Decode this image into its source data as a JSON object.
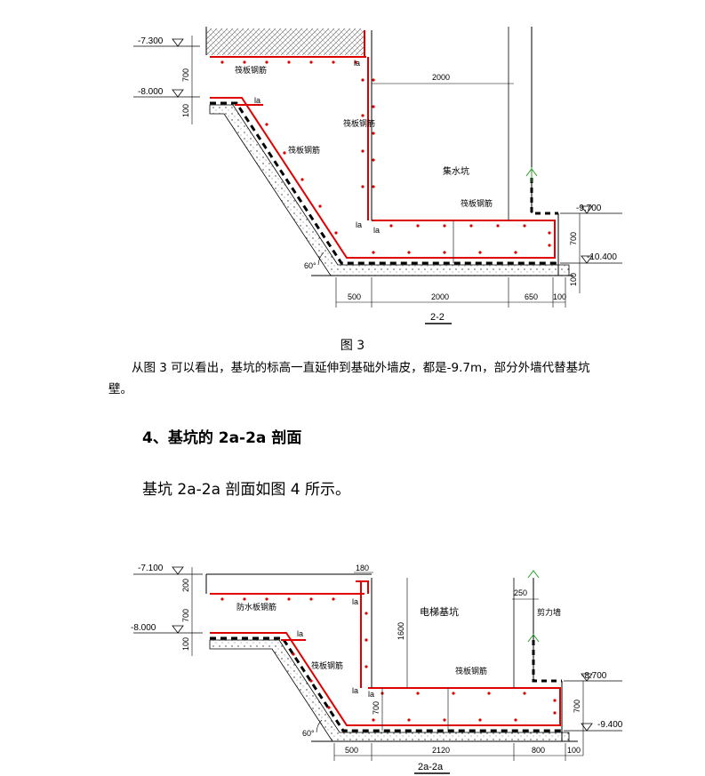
{
  "figure3": {
    "elev_top": "-7.300",
    "elev_mid": "-8.000",
    "elev_bot1": "-9.700",
    "elev_bot2": "-10.400",
    "dim_700": "700",
    "dim_100_left": "100",
    "dim_700_right": "700",
    "dim_100_right": "100",
    "dim_2000_top": "2000",
    "dim_500": "500",
    "dim_2000_bot": "2000",
    "dim_650": "650",
    "dim_100_bot": "100",
    "label_la": "la",
    "label_rebar_a": "筏板钢筋",
    "label_rebar_b": "筏板钢筋",
    "label_rebar_c": "筏板钢筋",
    "label_rebar_d": "筏板钢筋",
    "label_pit": "集水坑",
    "angle": "60°",
    "section": "2-2"
  },
  "caption": "图 3",
  "paragraph1": "从图 3 可以看出，基坑的标高一直延伸到基础外墙皮，都是-9.7m，部分外墙代替基坑壁。",
  "heading": "4、基坑的 2a-2a 剖面",
  "paragraph2": "基坑 2a-2a 剖面如图 4 所示。",
  "figure4": {
    "elev_top": "-7.100",
    "elev_mid": "-8.000",
    "elev_bot1": "-8.700",
    "elev_bot2": "-9.400",
    "dim_200": "200",
    "dim_700": "700",
    "dim_100_left": "100",
    "dim_180": "180",
    "dim_1600": "1600",
    "dim_250": "250",
    "dim_700_mid": "700",
    "dim_700_right": "700",
    "dim_500": "500",
    "dim_2120": "2120",
    "dim_800": "800",
    "dim_100_bot": "100",
    "label_la": "la",
    "label_waterproof": "防水板钢筋",
    "label_rebar_a": "筏板钢筋",
    "label_rebar_b": "筏板钢筋",
    "label_elevator": "电梯基坑",
    "label_shear": "剪力墙",
    "angle": "60°",
    "section": "2a-2a"
  },
  "colors": {
    "rebar": "#e00000",
    "line": "#000000"
  }
}
